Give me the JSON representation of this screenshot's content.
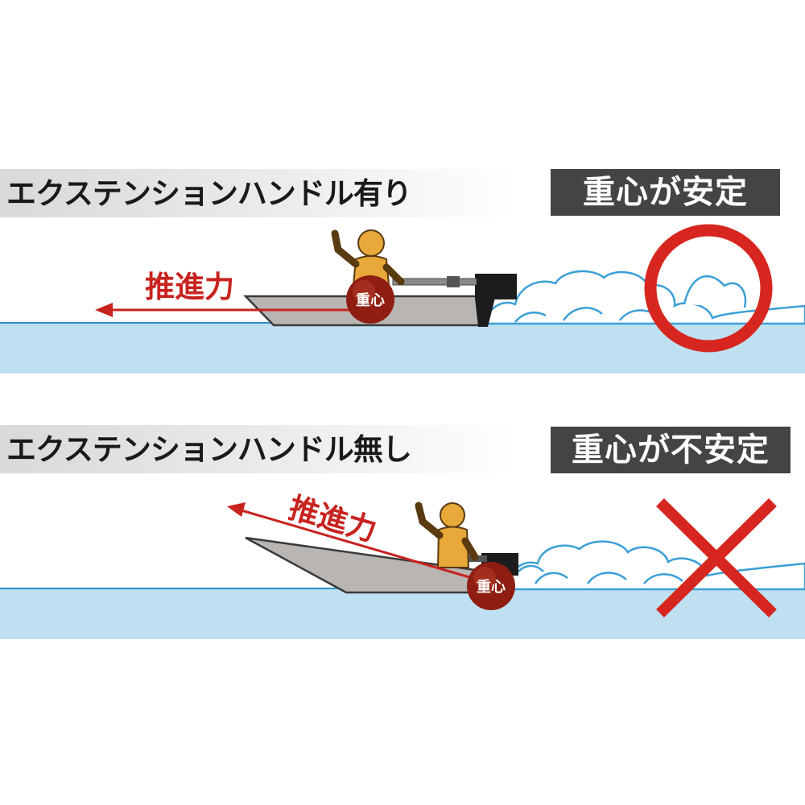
{
  "top_panel": {
    "headline": "エクステンションハンドル有り",
    "verdict": "重心が安定",
    "force_label": "推進力",
    "cog_label": "重心",
    "verdict_mark": "circle-icon",
    "mark_color": "#d6261f"
  },
  "bottom_panel": {
    "headline": "エクステンションハンドル無し",
    "verdict": "重心が不安定",
    "force_label": "推進力",
    "cog_label": "重心",
    "verdict_mark": "cross-icon",
    "mark_color": "#d6261f"
  },
  "colors": {
    "water": "#bfe0f0",
    "waterline": "#2a8fc8",
    "hull": "#b8b5b2",
    "person": "#e8a83a",
    "cog": "#8f1d12",
    "force": "#c8231f"
  }
}
